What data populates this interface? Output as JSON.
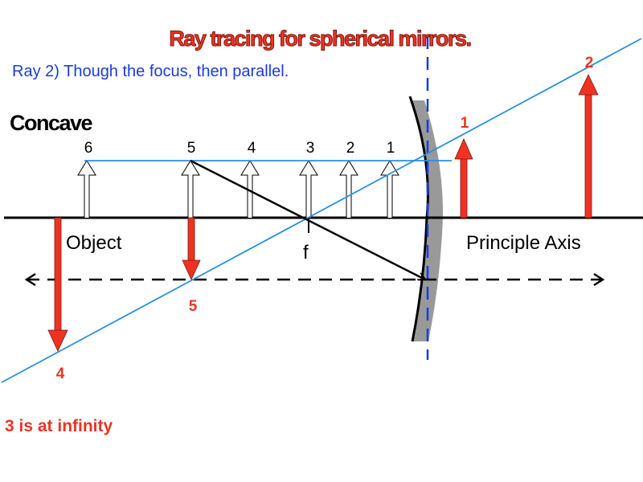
{
  "title": "Ray tracing for spherical mirrors.",
  "subtitle": "Ray 2) Though the focus, then parallel.",
  "mirror_type": "Concave",
  "labels": {
    "object": "Object",
    "focus": "f",
    "axis": "Principle Axis"
  },
  "object_positions": [
    "6",
    "5",
    "4",
    "3",
    "2",
    "1"
  ],
  "image_labels": {
    "one": "1",
    "two": "2",
    "four": "4",
    "five": "5"
  },
  "note": "3 is at infinity",
  "colors": {
    "ray": "#2a8fe0",
    "image": "#ee3322",
    "mirror": "#999999",
    "dash": "#1a3ae0"
  }
}
